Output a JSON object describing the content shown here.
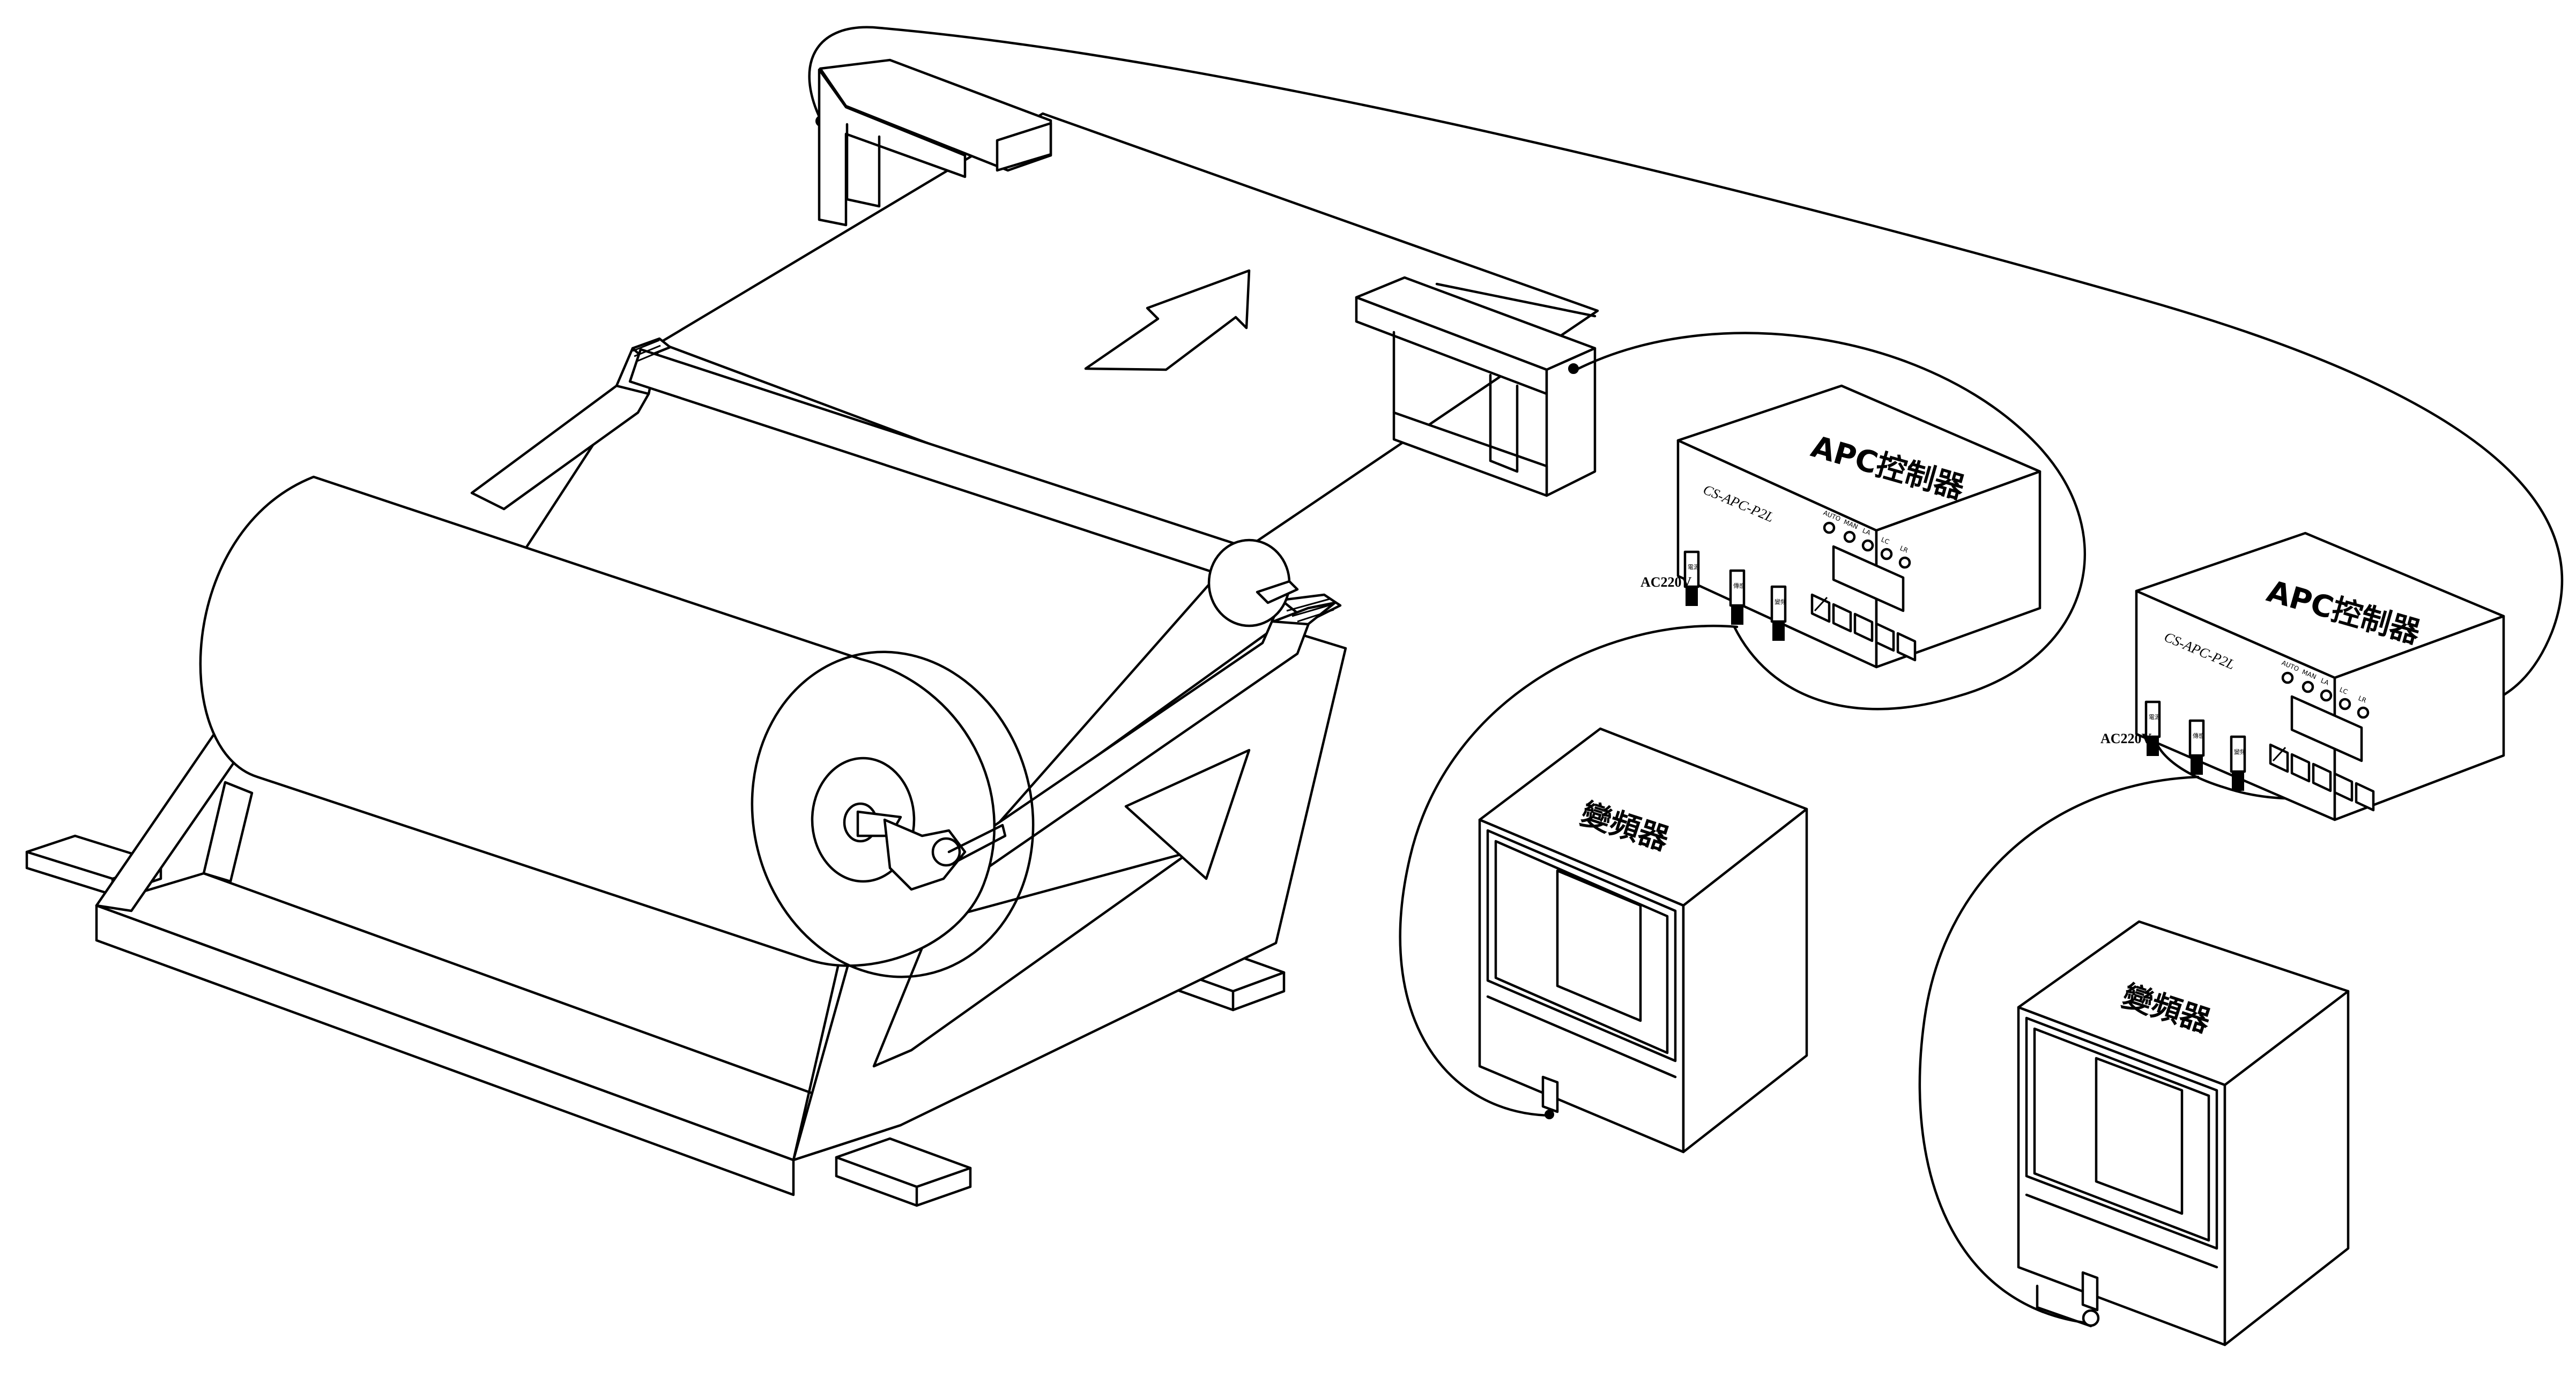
{
  "controller_a": {
    "title": "APC控制器",
    "model": "CS-APC-P2L",
    "power_label": "AC220V",
    "indicators": [
      "AUTO",
      "MAN",
      "LA",
      "LC",
      "LR"
    ],
    "ports": [
      "電源",
      "傳感",
      "變頻"
    ]
  },
  "controller_b": {
    "title": "APC控制器",
    "model": "CS-APC-P2L",
    "power_label": "AC220V",
    "indicators": [
      "AUTO",
      "MAN",
      "LA",
      "LC",
      "LR"
    ],
    "ports": [
      "電源",
      "傳感",
      "變頻"
    ]
  },
  "inverter_a": {
    "title": "變頻器"
  },
  "inverter_b": {
    "title": "變頻器"
  },
  "icons": [
    "web-direction-arrow-icon",
    "sensor-cable-icon",
    "connector-plug-icon"
  ],
  "colors": {
    "line": "#000000",
    "background": "#ffffff"
  }
}
